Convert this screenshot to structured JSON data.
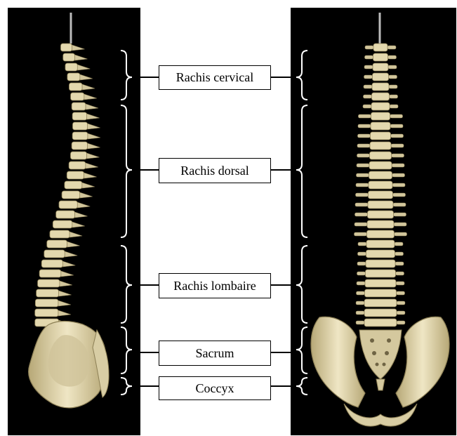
{
  "regions": [
    {
      "id": "cervical",
      "label": "Rachis cervical"
    },
    {
      "id": "dorsal",
      "label": "Rachis dorsal"
    },
    {
      "id": "lombaire",
      "label": "Rachis lombaire"
    },
    {
      "id": "sacrum",
      "label": "Sacrum"
    },
    {
      "id": "coccyx",
      "label": "Coccyx"
    }
  ],
  "colors": {
    "background": "#000000",
    "bone": "#e6dcb4",
    "bone_shadow": "#b7a877",
    "bracket": "#ffffff",
    "connector": "#000000"
  },
  "views": [
    "lateral-view",
    "anterior-view"
  ]
}
